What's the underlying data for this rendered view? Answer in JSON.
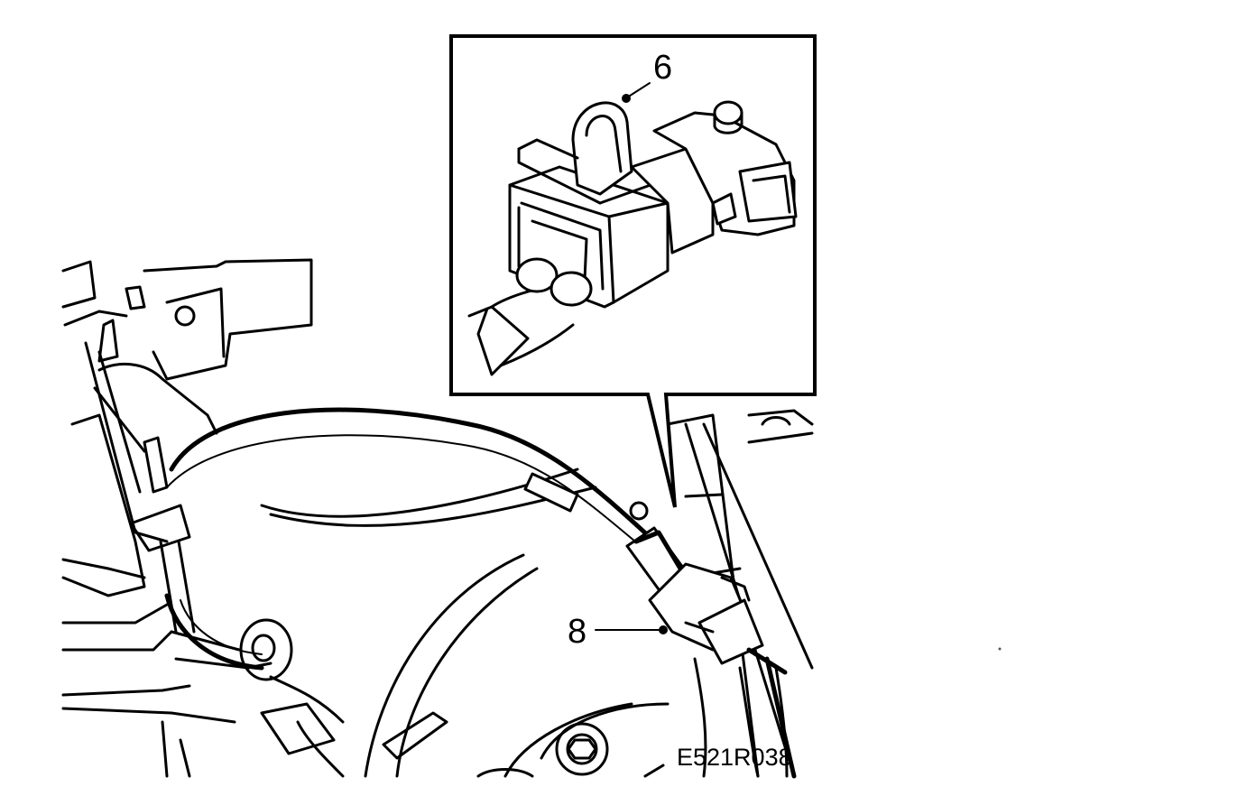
{
  "callouts": {
    "inset_part": "6",
    "connector": "8"
  },
  "figure_reference": "E521R038"
}
